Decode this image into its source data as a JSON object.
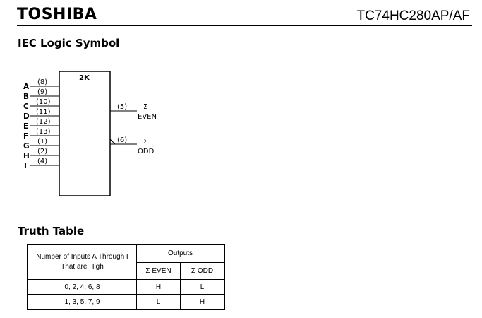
{
  "header": {
    "brand": "TOSHIBA",
    "part_number": "TC74HC280AP/AF"
  },
  "iec_section": {
    "title": "IEC Logic Symbol",
    "block_label": "2K",
    "inputs": [
      {
        "letter": "A",
        "pin": "(8)"
      },
      {
        "letter": "B",
        "pin": "(9)"
      },
      {
        "letter": "C",
        "pin": "(10)"
      },
      {
        "letter": "D",
        "pin": "(11)"
      },
      {
        "letter": "E",
        "pin": "(12)"
      },
      {
        "letter": "F",
        "pin": "(13)"
      },
      {
        "letter": "G",
        "pin": "(1)"
      },
      {
        "letter": "H",
        "pin": "(2)"
      },
      {
        "letter": "I",
        "pin": "(4)"
      }
    ],
    "outputs": [
      {
        "pin": "(5)",
        "sigma": "Σ",
        "name": "EVEN"
      },
      {
        "pin": "(6)",
        "sigma": "Σ",
        "name": "ODD"
      }
    ]
  },
  "truth_table": {
    "title": "Truth Table",
    "col_inputs_header": "Number of Inputs A Through I That are High",
    "col_outputs_header": "Outputs",
    "sub_headers": [
      "Σ EVEN",
      "Σ ODD"
    ],
    "rows": [
      {
        "inputs": "0, 2, 4, 6, 8",
        "even": "H",
        "odd": "L"
      },
      {
        "inputs": "1, 3, 5, 7, 9",
        "even": "L",
        "odd": "H"
      }
    ]
  }
}
